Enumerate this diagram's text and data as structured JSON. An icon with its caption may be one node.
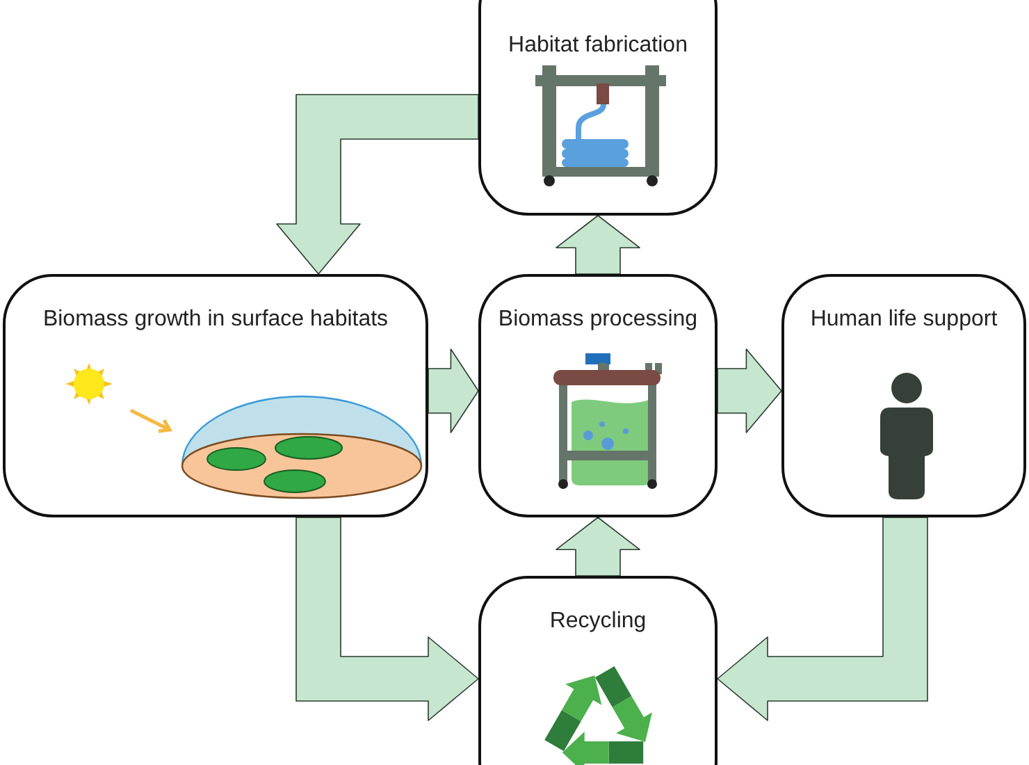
{
  "diagram": {
    "nodes": [
      {
        "text": [
          "Habitat fabrication"
        ]
      },
      {
        "text": [
          "Biomass growth in surface habitats"
        ]
      },
      {
        "text": [
          "Biomass processing"
        ]
      },
      {
        "text": [
          "Human life support"
        ]
      },
      {
        "text": [
          "Recycling"
        ]
      }
    ],
    "edges": [
      {
        "from": 0,
        "to": 1,
        "arrow": "to"
      },
      {
        "from": 1,
        "to": 2,
        "arrow": "to"
      },
      {
        "from": 2,
        "to": 0,
        "arrow": "to"
      },
      {
        "from": 2,
        "to": 3,
        "arrow": "to"
      },
      {
        "from": 4,
        "to": 2,
        "arrow": "to"
      },
      {
        "from": 1,
        "to": 4,
        "arrow": "to"
      },
      {
        "from": 3,
        "to": 4,
        "arrow": "to"
      }
    ]
  }
}
